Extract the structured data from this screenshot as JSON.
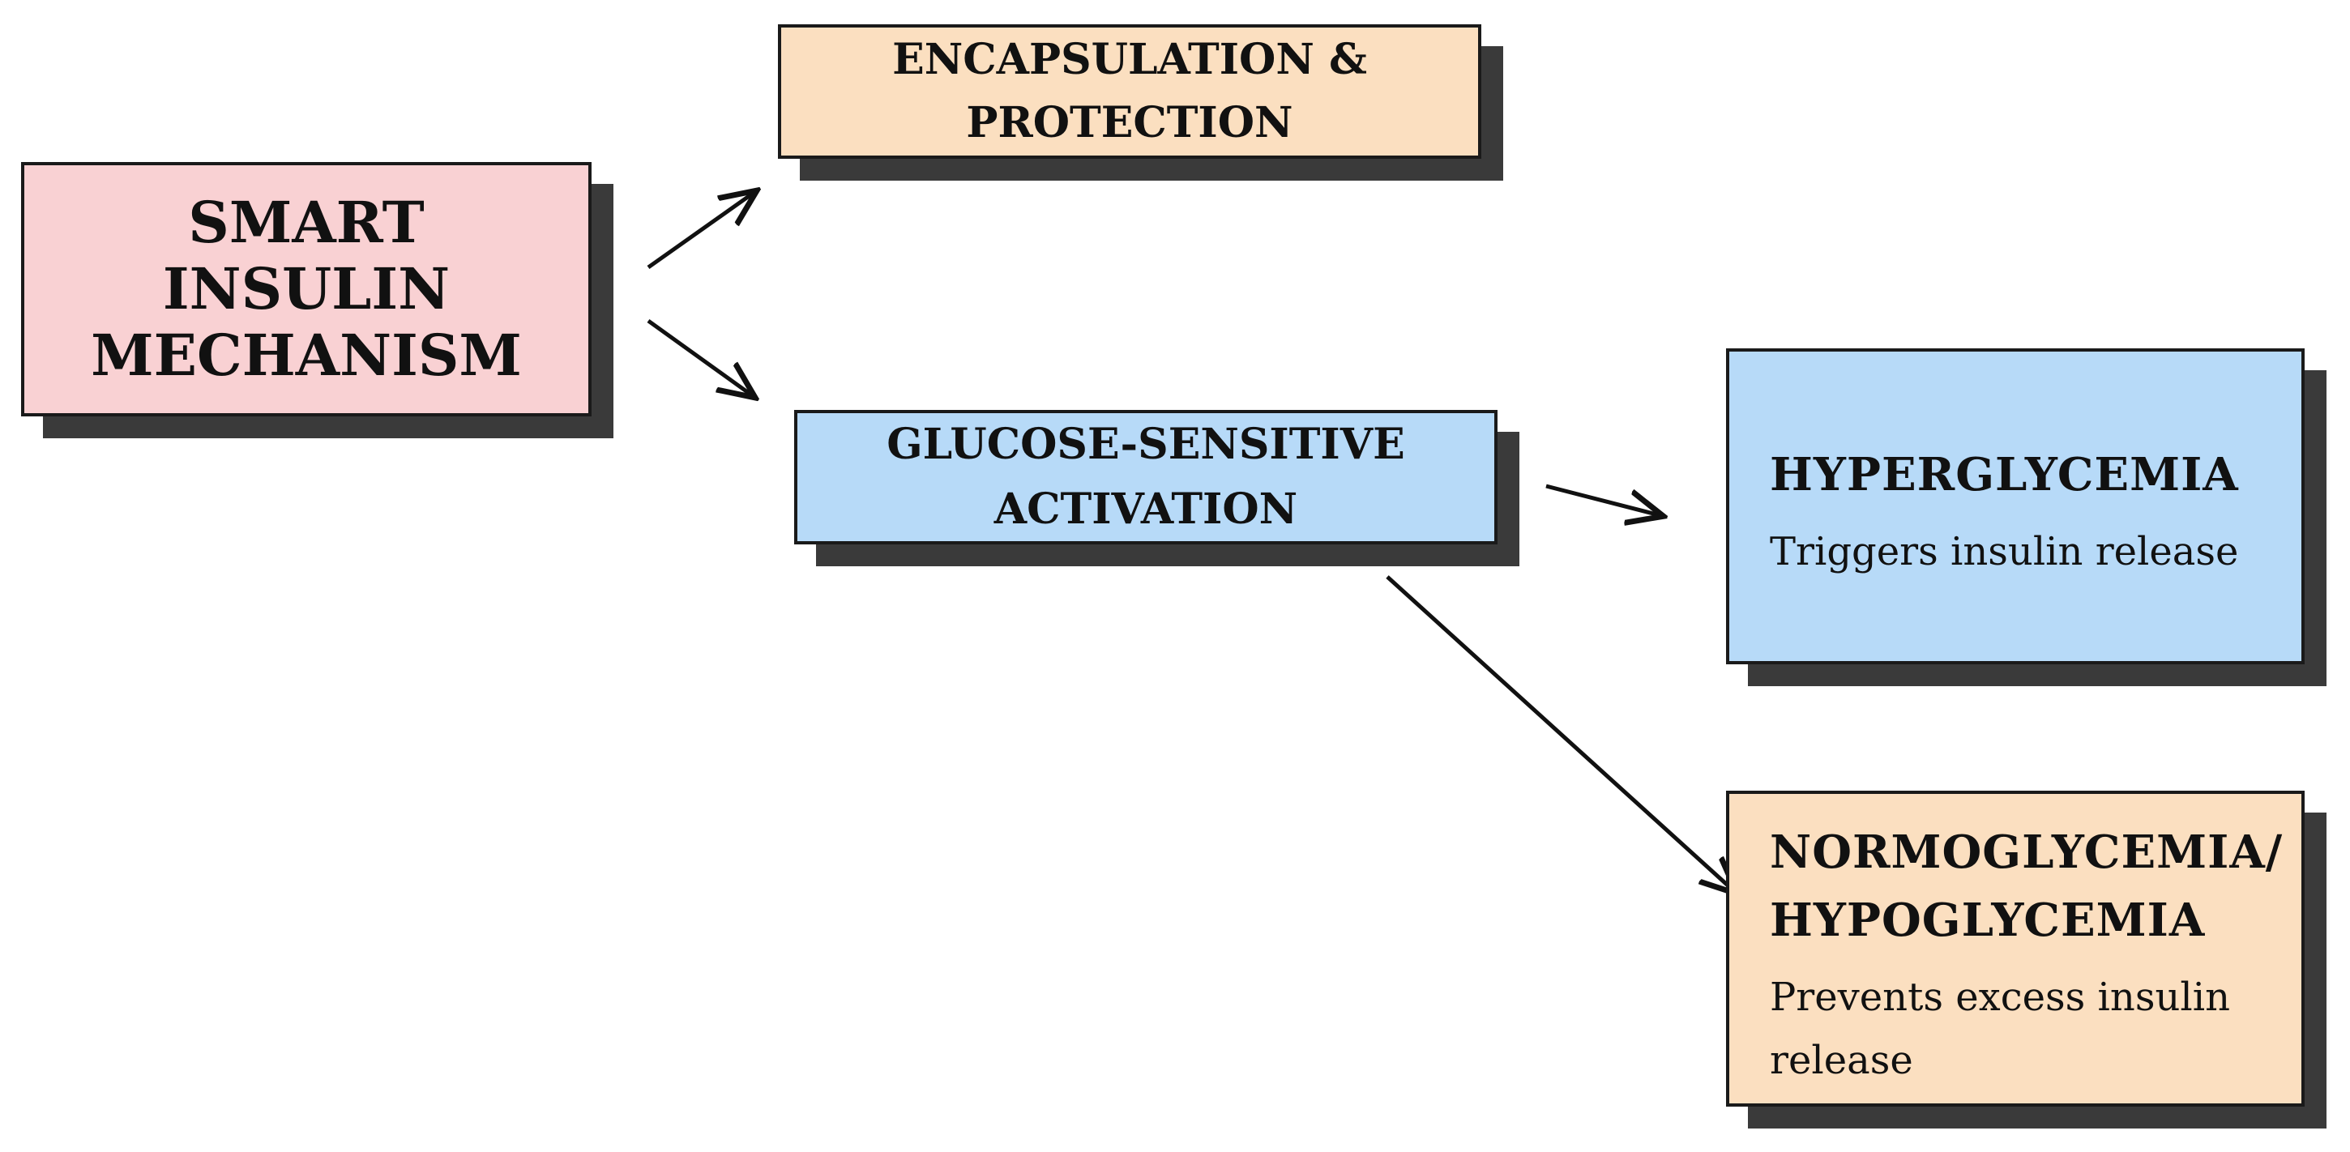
{
  "main_node": {
    "lines": [
      "SMART",
      "INSULIN",
      "MECHANISM"
    ]
  },
  "encapsulation_node": {
    "lines": [
      "ENCAPSULATION &",
      "PROTECTION"
    ]
  },
  "glucose_node": {
    "lines": [
      "GLUCOSE-SENSITIVE",
      "ACTIVATION"
    ]
  },
  "hyperglycemia_node": {
    "title": "HYPERGLYCEMIA",
    "description": "Triggers insulin release"
  },
  "normoglycemia_node": {
    "title_lines": [
      "NORMOGLYCEMIA/",
      "HYPOGLYCEMIA"
    ],
    "description_lines": [
      "Prevents excess insulin",
      "release"
    ]
  },
  "colors": {
    "pink": "#f9d1d3",
    "peach": "#fbdfc0",
    "blue": "#b7daf8",
    "shadow": "#3a3a3a"
  }
}
